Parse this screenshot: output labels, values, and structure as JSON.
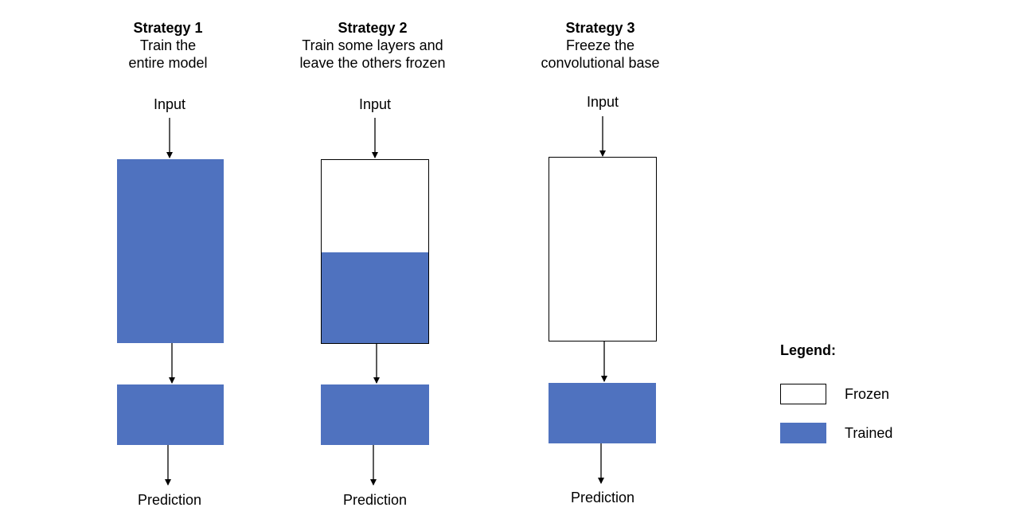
{
  "colors": {
    "trained": "#4f72bf",
    "frozen": "#ffffff",
    "outline": "#000000"
  },
  "strategies": [
    {
      "heading": "Strategy 1",
      "line1": "Train the",
      "line2": "entire model",
      "input_label": "Input",
      "output_label": "Prediction",
      "base_state": "trained",
      "head_state": "trained"
    },
    {
      "heading": "Strategy 2",
      "line1": "Train some layers and",
      "line2": "leave the others frozen",
      "input_label": "Input",
      "output_label": "Prediction",
      "base_state": "half frozen (top), half trained (bottom)",
      "head_state": "trained"
    },
    {
      "heading": "Strategy 3",
      "line1": "Freeze the",
      "line2": "convolutional base",
      "input_label": "Input",
      "output_label": "Prediction",
      "base_state": "frozen",
      "head_state": "trained"
    }
  ],
  "legend": {
    "title": "Legend:",
    "items": [
      {
        "label": "Frozen",
        "swatch": "frozen"
      },
      {
        "label": "Trained",
        "swatch": "trained"
      }
    ]
  }
}
